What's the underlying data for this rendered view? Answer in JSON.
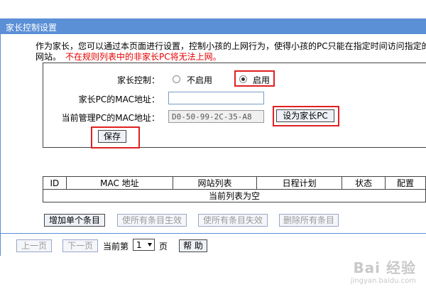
{
  "window": {
    "title": "家长控制设置"
  },
  "description": {
    "line1": "作为家长，您可以通过本页面进行设置，控制小孩的上网行为，使得小孩的PC只能在指定时间访问指定的",
    "line2": "网站。",
    "warning": "不在规则列表中的非家长PC将无法上网。"
  },
  "form": {
    "parental_control_label": "家长控制：",
    "option_disable": "不启用",
    "option_enable": "启用",
    "selected": "启用",
    "parent_mac_label": "家长PC的MAC地址：",
    "parent_mac_value": "",
    "current_mac_label": "当前管理PC的MAC地址：",
    "current_mac_value": "D0-50-99-2C-35-A8",
    "set_parent_button": "设为家长PC",
    "save_button": "保存"
  },
  "table": {
    "headers": [
      "ID",
      "MAC 地址",
      "网站列表",
      "日程计划",
      "状态",
      "配置"
    ],
    "empty_message": "当前列表为空"
  },
  "actions": {
    "add": "增加单个条目",
    "enable_all": "使所有条目生效",
    "disable_all": "使所有条目失效",
    "delete_all": "删除所有条目"
  },
  "pagination": {
    "prev": "上一页",
    "next": "下一页",
    "current_label": "当前第",
    "current_page": "1",
    "page_suffix": "页",
    "help": "帮 助"
  },
  "watermark": {
    "site": "jingyan.baidu.com",
    "brand": "Bai 经验"
  },
  "colors": {
    "header": "#5b8fd6",
    "highlight": "#e02020",
    "warning": "#e60000"
  }
}
